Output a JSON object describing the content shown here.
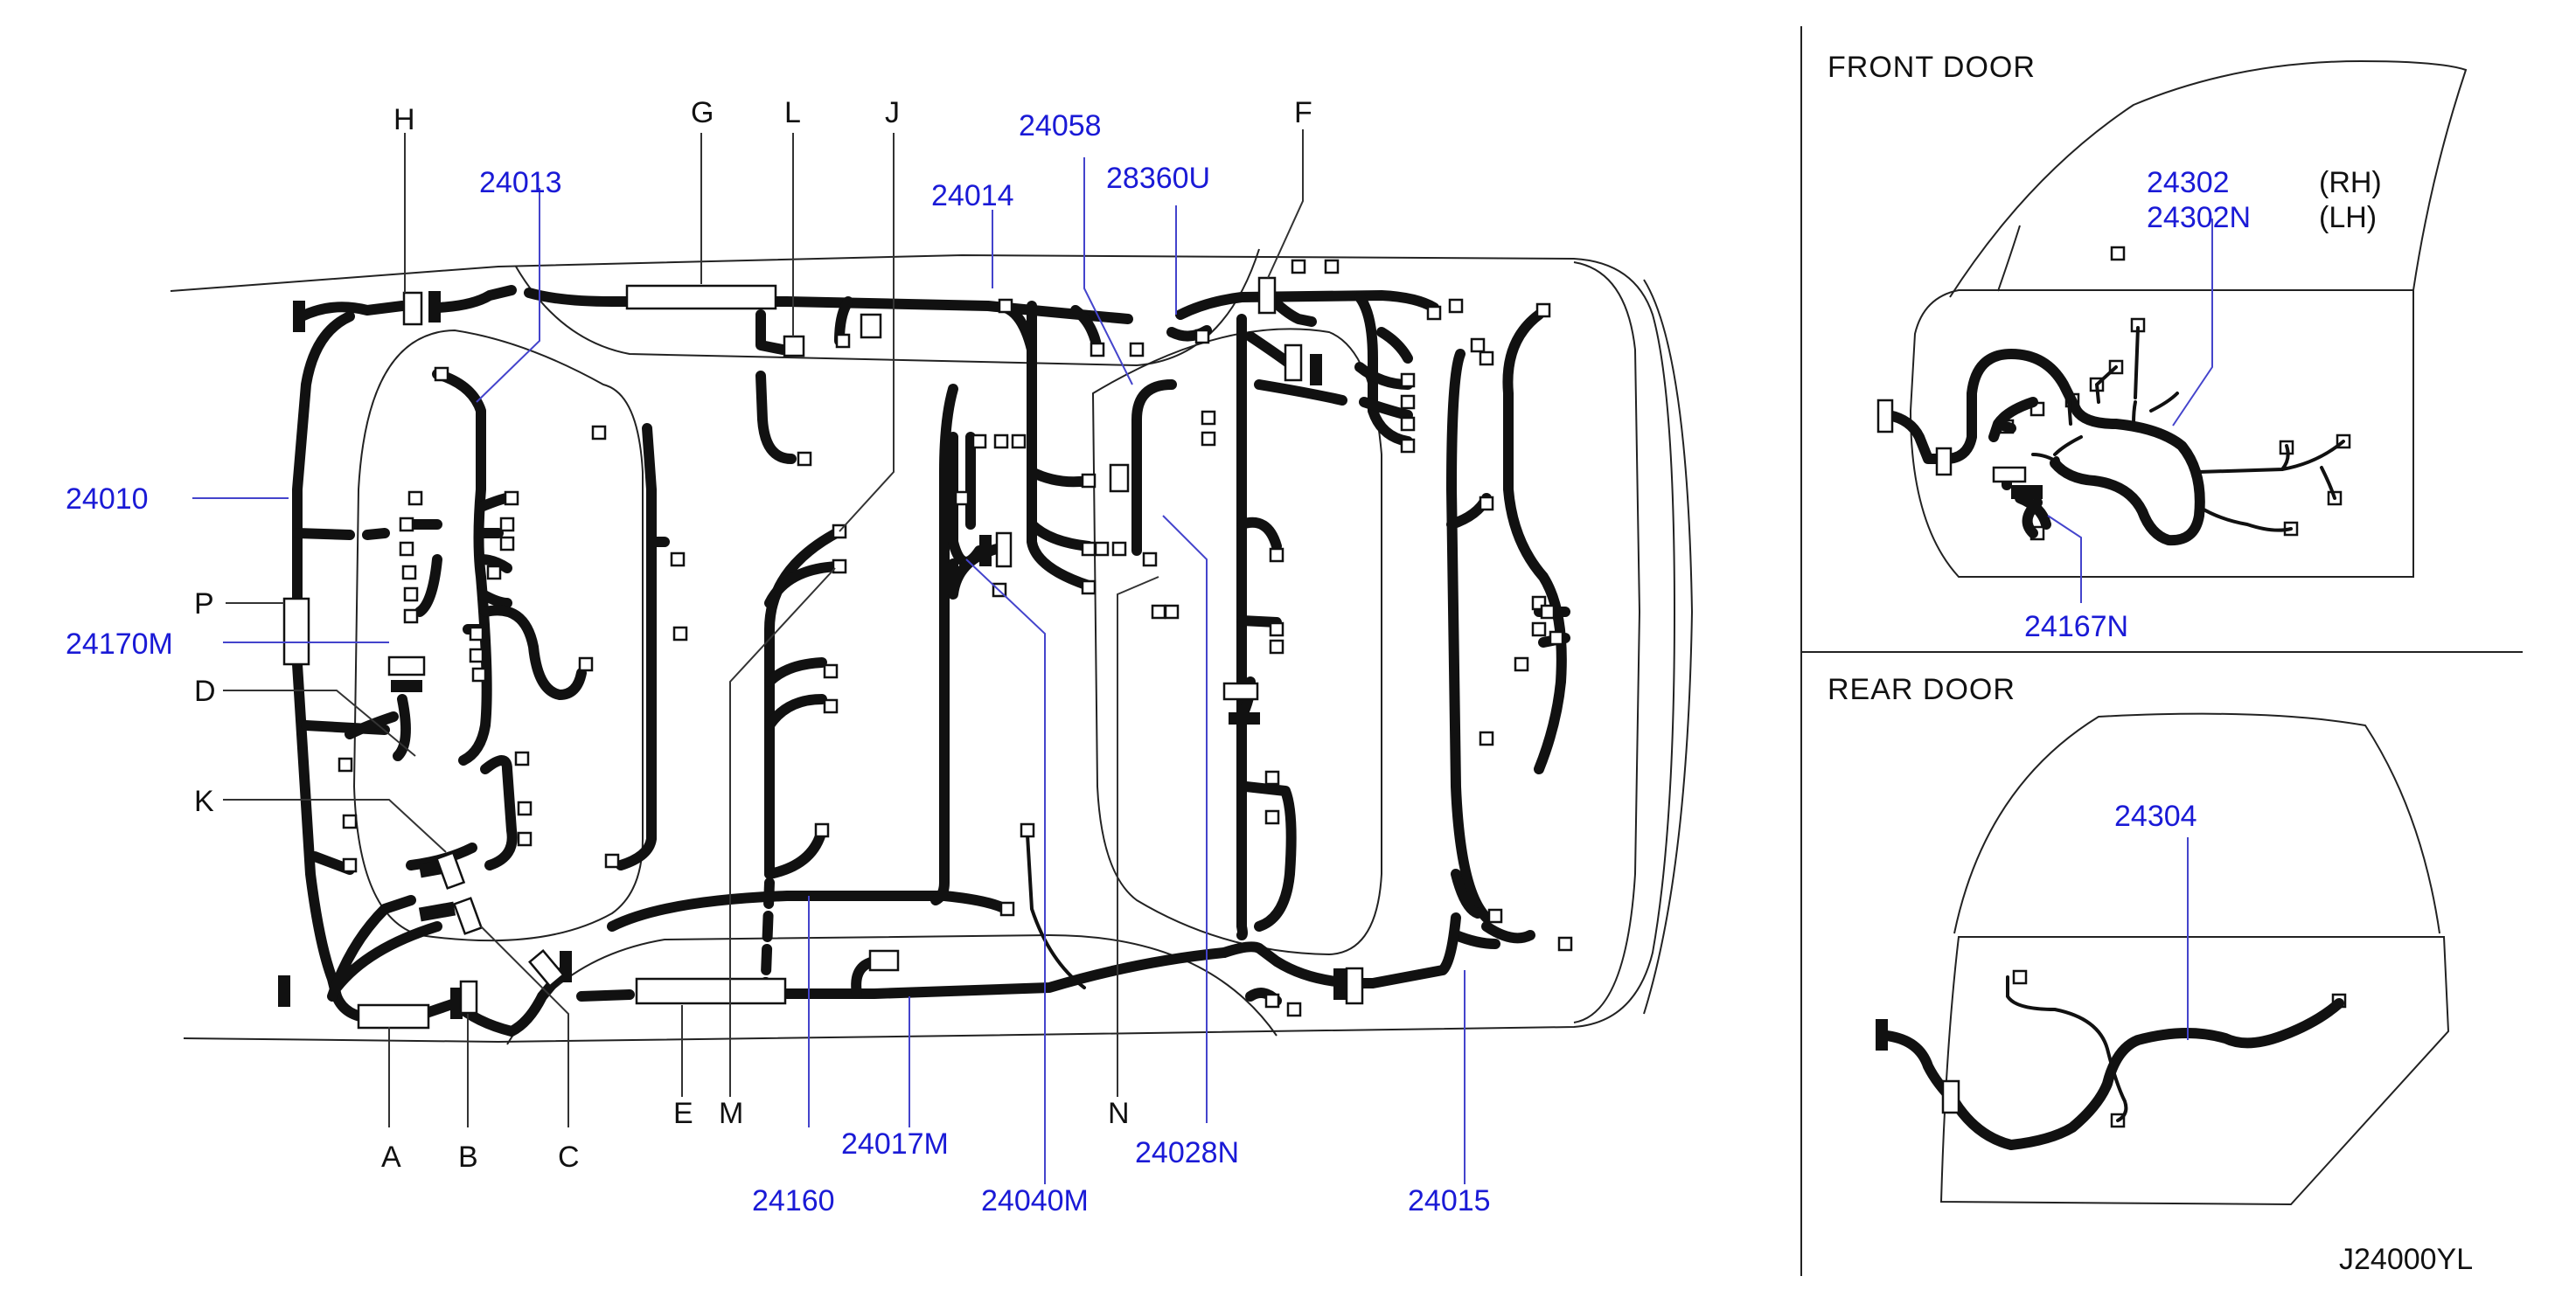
{
  "diagram_id": "J24000YL",
  "labels": {
    "part": {
      "p24010": "24010",
      "p24013": "24013",
      "p24014": "24014",
      "p24058": "24058",
      "p28360U": "28360U",
      "p24170M": "24170M",
      "p24160": "24160",
      "p24017M": "24017M",
      "p24040M": "24040M",
      "p24028N": "24028N",
      "p24015": "24015",
      "p24302": "24302",
      "p24302N": "24302N",
      "p24167N": "24167N",
      "p24304": "24304"
    },
    "ref": {
      "A": "A",
      "B": "B",
      "C": "C",
      "D": "D",
      "E": "E",
      "F": "F",
      "G": "G",
      "H": "H",
      "J": "J",
      "K": "K",
      "L": "L",
      "M": "M",
      "N": "N",
      "P": "P"
    },
    "side": {
      "rh": "(RH)",
      "lh": "(LH)"
    }
  },
  "panels": {
    "front_door": "FRONT   DOOR",
    "rear_door": "REAR   DOOR"
  },
  "colors": {
    "part_number": "#1a1ad6",
    "reference_letter": "#111111",
    "harness": "#111111",
    "leader": "#4444cc"
  }
}
